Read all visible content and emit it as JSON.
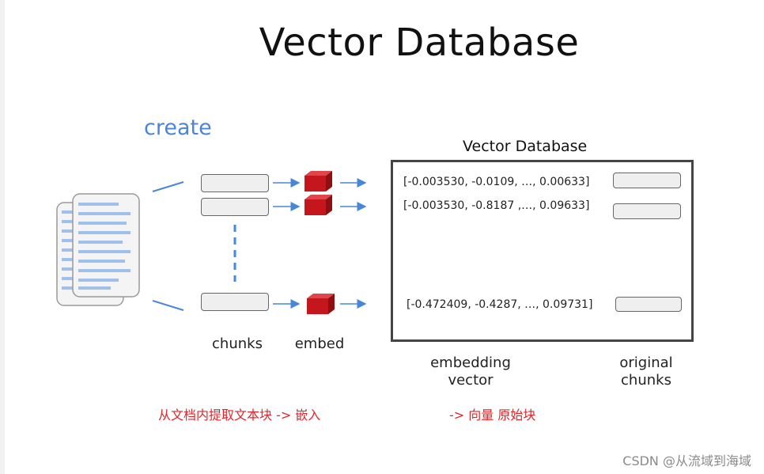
{
  "title": "Vector Database",
  "create_label": "create",
  "db_title": "Vector Database",
  "vectors": [
    "[-0.003530, -0.0109, …, 0.00633]",
    "[-0.003530, -0.8187 ,…, 0.09633]",
    "[-0.472409, -0.4287, …, 0.09731]"
  ],
  "captions": {
    "chunks": "chunks",
    "embed": "embed",
    "embedding_vector_1": "embedding",
    "embedding_vector_2": "vector",
    "original_chunks_1": "original",
    "original_chunks_2": "chunks"
  },
  "annotations": {
    "left": "从文档内提取文本块 -> 嵌入",
    "right": "-> 向量 原始块"
  },
  "watermark": "CSDN @从流域到海域",
  "colors": {
    "arrow": "#4a86d8",
    "cube": "#c4161c",
    "annotation": "#e0262a"
  }
}
